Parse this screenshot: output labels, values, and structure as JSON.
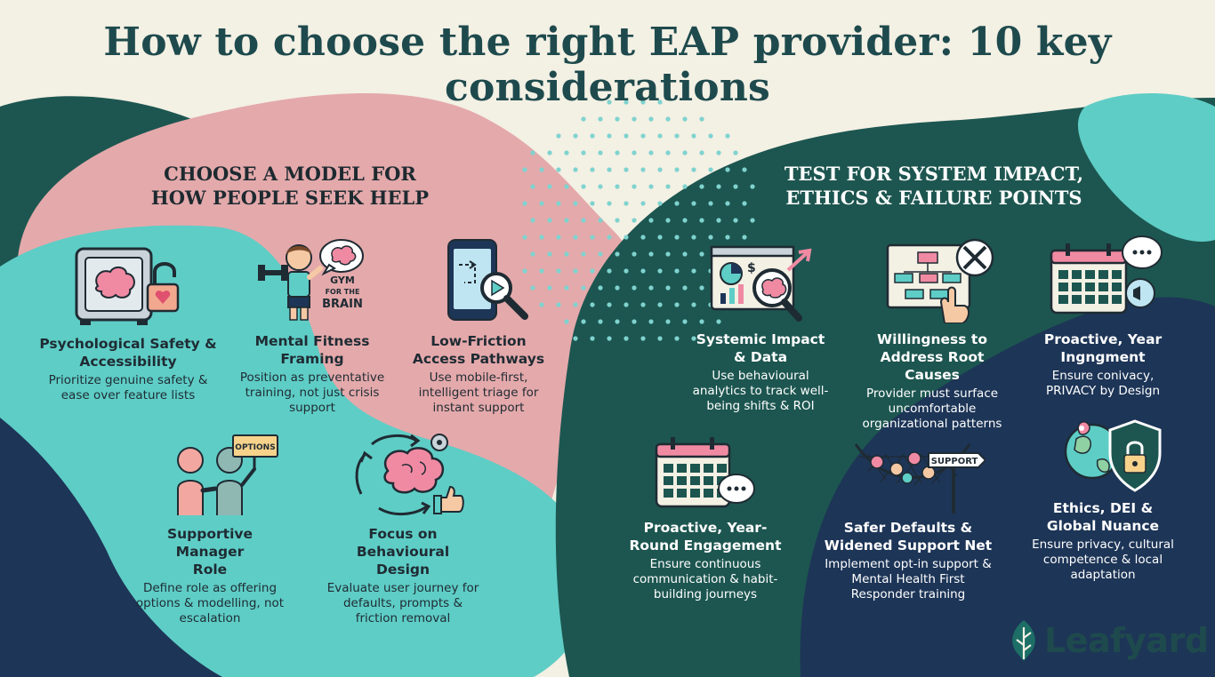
{
  "title": "How to choose the right EAP provider: 10 key considerations",
  "left_section": {
    "heading_line1": "CHOOSE A MODEL FOR",
    "heading_line2": "HOW PEOPLE SEEK HELP",
    "items": [
      {
        "title": "Psychological Safety & Accessibility",
        "desc": "Prioritize genuine safety & ease over feature lists"
      },
      {
        "title": "Mental Fitness Framing",
        "desc": "Position as preventative training, not just crisis support"
      },
      {
        "title": "Low-Friction Access Pathways",
        "desc": "Use mobile-first, intelligent triage for instant support"
      },
      {
        "title": "Supportive Manager Role",
        "desc": "Define role as offering options & modelling, not escalation"
      },
      {
        "title": "Focus on Behavioural Design",
        "desc": "Evaluate user journey for defaults, prompts & friction removal"
      }
    ]
  },
  "right_section": {
    "heading_line1": "TEST FOR SYSTEM IMPACT,",
    "heading_line2": "ETHICS & FAILURE POINTS",
    "items": [
      {
        "title": "Systemic Impact & Data",
        "desc": "Use behavioural analytics to track well-being shifts & ROI"
      },
      {
        "title": "Willingness to Address Root Causes",
        "desc": "Provider must surface uncomfortable organizational patterns"
      },
      {
        "title": "Proactive, Year Ingngment",
        "desc": "Ensure conivacy, PRIVACY by Design"
      },
      {
        "title": "Proactive, Year-Round Engagement",
        "desc": "Ensure continuous communication & habit-building journeys"
      },
      {
        "title": "Safer Defaults & Widened Support Net",
        "desc": "Implement opt-in support & Mental Health First Responder training"
      },
      {
        "title": "Ethics, DEI & Global Nuance",
        "desc": "Ensure privacy, cultural competence & local adaptation"
      }
    ]
  },
  "icon_labels": {
    "gym_line1": "GYM",
    "gym_line2": "FOR THE",
    "gym_line3": "BRAIN",
    "options_sign": "OPTIONS",
    "support_sign": "SUPPORT"
  },
  "brand": {
    "name": "Leafyard"
  },
  "colors": {
    "background": "#f3f0e4",
    "pink": "#e4a9ab",
    "teal": "#5ecdc6",
    "dark_green": "#1d5650",
    "navy": "#1d3557",
    "brand": "#1e4a4d"
  }
}
